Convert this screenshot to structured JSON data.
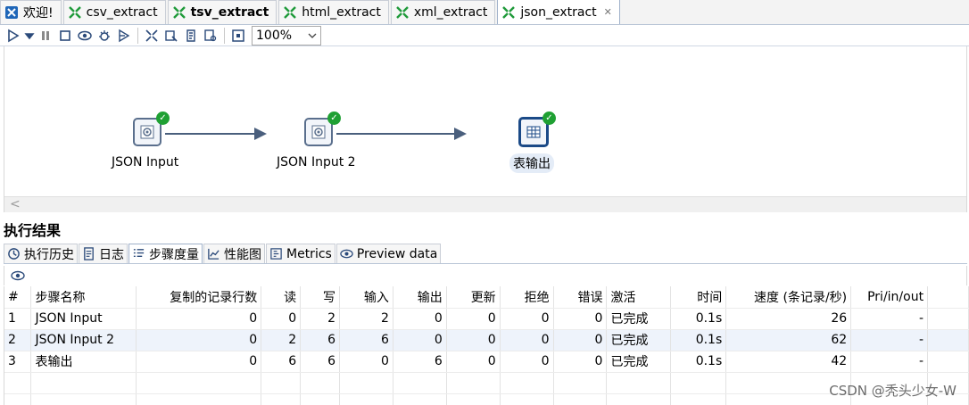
{
  "tabs": [
    {
      "label": "欢迎!",
      "icon": "welcome-icon",
      "bold": false,
      "active": false,
      "closable": false
    },
    {
      "label": "csv_extract",
      "icon": "transformation-icon",
      "bold": false,
      "active": false,
      "closable": false
    },
    {
      "label": "tsv_extract",
      "icon": "transformation-icon",
      "bold": true,
      "active": false,
      "closable": false
    },
    {
      "label": "html_extract",
      "icon": "transformation-icon",
      "bold": false,
      "active": false,
      "closable": false
    },
    {
      "label": "xml_extract",
      "icon": "transformation-icon",
      "bold": false,
      "active": false,
      "closable": false
    },
    {
      "label": "json_extract",
      "icon": "transformation-icon",
      "bold": false,
      "active": true,
      "closable": true
    }
  ],
  "toolbar": {
    "zoom_value": "100%"
  },
  "canvas": {
    "nodes": [
      {
        "label": "JSON Input"
      },
      {
        "label": "JSON Input 2"
      },
      {
        "label": "表输出"
      }
    ],
    "scroll_left_glyph": "<"
  },
  "results": {
    "title": "执行结果",
    "tabs": [
      {
        "label": "执行历史",
        "icon": "history-icon"
      },
      {
        "label": "日志",
        "icon": "log-icon"
      },
      {
        "label": "步骤度量",
        "icon": "metrics-list-icon",
        "active": true
      },
      {
        "label": "性能图",
        "icon": "performance-chart-icon"
      },
      {
        "label": "Metrics",
        "icon": "metrics-icon"
      },
      {
        "label": "Preview data",
        "icon": "eye-icon"
      }
    ],
    "columns": [
      "#",
      "步骤名称",
      "复制的记录行数",
      "读",
      "写",
      "输入",
      "输出",
      "更新",
      "拒绝",
      "错误",
      "激活",
      "时间",
      "速度 (条记录/秒)",
      "Pri/in/out"
    ],
    "rows": [
      [
        "1",
        "JSON Input",
        "0",
        "0",
        "2",
        "2",
        "0",
        "0",
        "0",
        "0",
        "已完成",
        "0.1s",
        "26",
        "-"
      ],
      [
        "2",
        "JSON Input 2",
        "0",
        "2",
        "6",
        "6",
        "0",
        "0",
        "0",
        "0",
        "已完成",
        "0.1s",
        "62",
        "-"
      ],
      [
        "3",
        "表输出",
        "0",
        "6",
        "6",
        "0",
        "6",
        "0",
        "0",
        "0",
        "已完成",
        "0.1s",
        "42",
        "-"
      ]
    ]
  },
  "watermark": "CSDN @秃头少女-W",
  "colors": {
    "success_check": "#1fa033",
    "selection_row": "#eef3fb",
    "node_border": "#5a6f8d"
  }
}
